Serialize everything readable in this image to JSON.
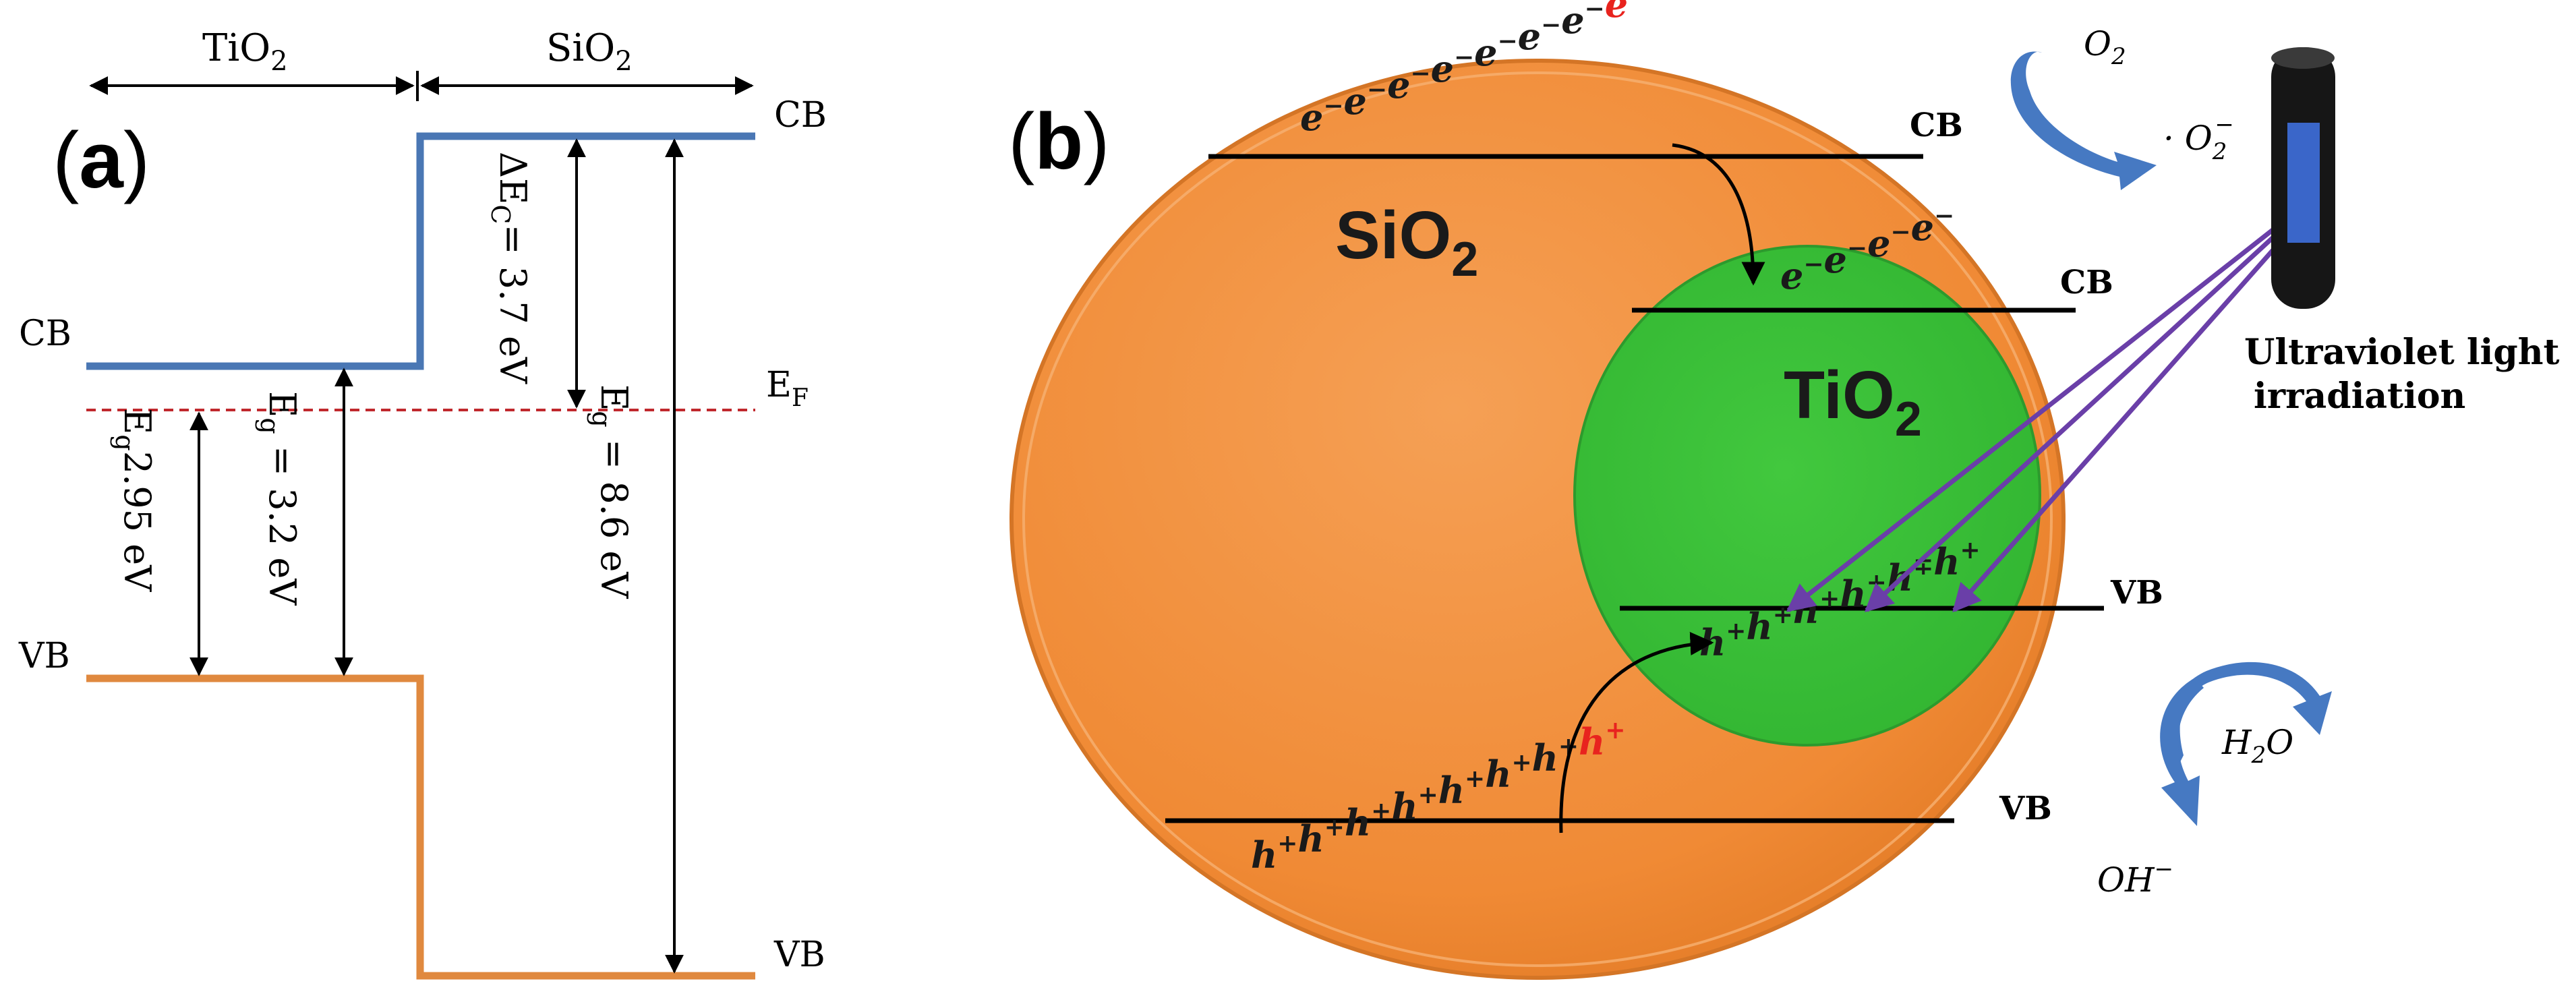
{
  "panel_a": {
    "label": {
      "open": "(",
      "letter": "a",
      "close": ")"
    },
    "region_tio2": {
      "base": "TiO",
      "sub": "2"
    },
    "region_sio2": {
      "base": "SiO",
      "sub": "2"
    },
    "cb_left": "CB",
    "vb_left": "VB",
    "cb_right": "CB",
    "vb_right": "VB",
    "fermi": {
      "base": "E",
      "sub": "F"
    },
    "gap_295": {
      "base": "E",
      "sub": "g",
      "rest": "2.95 eV"
    },
    "gap_32": {
      "base": "E",
      "sub": "g",
      "rest": " = 3.2 eV"
    },
    "delta_ec": {
      "base": "ΔE",
      "sub": "C",
      "rest": "= 3.7 eV"
    },
    "gap_86": {
      "base": "E",
      "sub": "g",
      "rest": " = 8.6 eV"
    },
    "colors": {
      "cb": "#4a77b4",
      "vb": "#e0893f",
      "fermi": "#c0282d"
    }
  },
  "panel_b": {
    "label": {
      "open": "(",
      "letter": "b",
      "close": ")"
    },
    "sio2_label": {
      "base": "SiO",
      "sub": "2"
    },
    "tio2_label": {
      "base": "TiO",
      "sub": "2"
    },
    "cb_sio2": "CB",
    "cb_tio2": "CB",
    "vb_tio2": "VB",
    "vb_sio2": "VB",
    "electron": {
      "base": "e",
      "sup": "−"
    },
    "electrons_sio2": 8,
    "electrons_tio2": 4,
    "hole": {
      "base": "h",
      "sup": "+",
      "sup_alt": "∓"
    },
    "holes_tio2": 6,
    "holes_sio2": 8,
    "o2": {
      "base": "O",
      "sub": "2"
    },
    "superoxide": {
      "prefix": "· O",
      "sub": "2",
      "sup": "−"
    },
    "h2o": {
      "base": "H",
      "sub": "2",
      "rest": "O"
    },
    "oh": {
      "base": "OH",
      "sup": "−"
    },
    "uv_label_line1": "Ultraviolet light",
    "uv_label_line2": "irradiation",
    "colors": {
      "sio2": "#f08a35",
      "tio2": "#3cc13a",
      "highlight": "#e8231e",
      "beam": "#6a3fa8",
      "redox_arrow": "#4679c2",
      "lamp": "#161616",
      "lamp_window": "#3a66c9"
    }
  }
}
